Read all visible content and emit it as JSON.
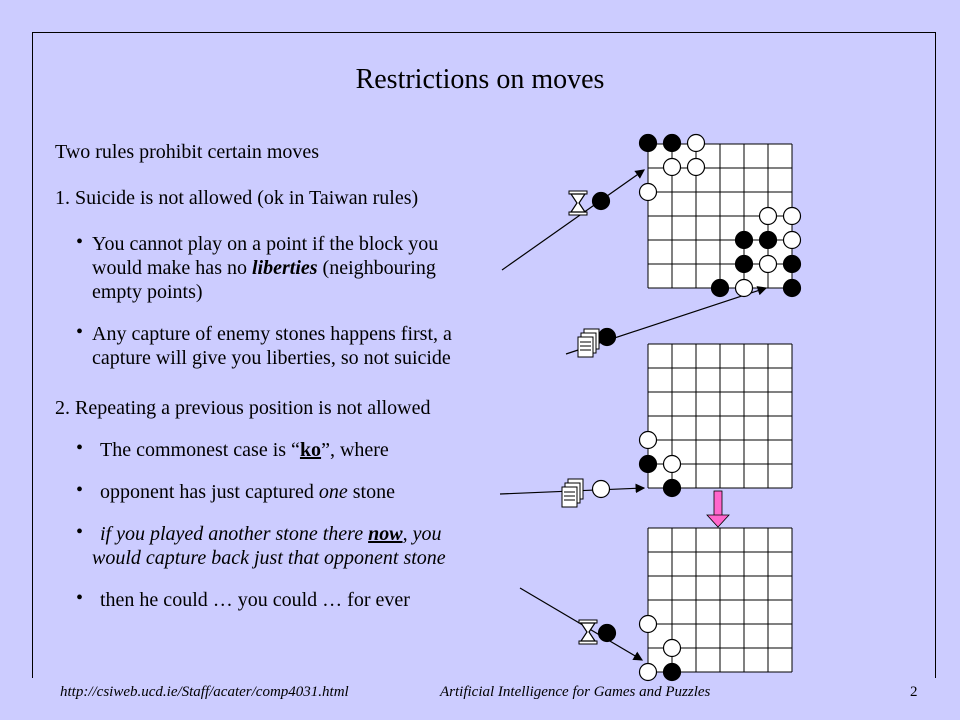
{
  "slide": {
    "title": "Restrictions on moves",
    "intro": "Two rules prohibit certain moves",
    "rule1": {
      "heading": "1. Suicide is not allowed (ok in Taiwan rules)",
      "bullet_a": {
        "line1": "You cannot play on a point if the block you",
        "line2_pre": "would make has no ",
        "line2_em": "liberties",
        "line2_post": " (neighbouring",
        "line3": "empty points)"
      },
      "bullet_b": {
        "line1": "Any capture of enemy stones happens first, a",
        "line2": "capture will give you liberties, so not suicide"
      }
    },
    "rule2": {
      "heading": "2. Repeating a previous position is not allowed",
      "bullet_a": {
        "pre": "The commonest case is “",
        "bold": "ko",
        "post": "”, where"
      },
      "bullet_b": {
        "pre": "opponent has just captured ",
        "em": "one",
        "post": " stone"
      },
      "bullet_c": {
        "pre": "if you played another stone there ",
        "bold": "now",
        "post": ", you",
        "line2": "would capture back just that opponent stone"
      },
      "bullet_d": "then he could … you could … for ever"
    },
    "bullet_glyph": "•"
  },
  "markers": {
    "illegal_icon": "hourglass-icon",
    "legal_icon": "calendar-icon",
    "arrow_color": "#ff66cc"
  },
  "footer": {
    "url": "http://csiweb.ucd.ie/Staff/acater/comp4031.html",
    "course": "Artificial Intelligence for Games and Puzzles",
    "page": "2"
  },
  "colors": {
    "background": "#ccccff",
    "stone_black": "#000000",
    "stone_white": "#ffffff",
    "ko_arrow": "#ff66cc"
  }
}
